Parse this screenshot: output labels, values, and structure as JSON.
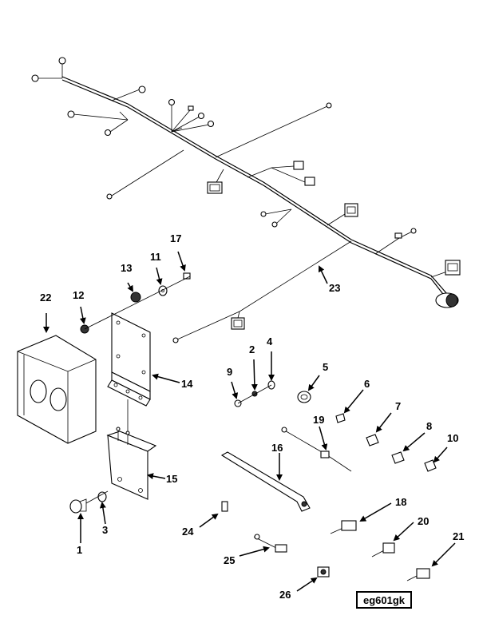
{
  "figure_code": "eg601gk",
  "callouts": [
    "1",
    "2",
    "3",
    "4",
    "5",
    "6",
    "7",
    "8",
    "9",
    "10",
    "11",
    "12",
    "13",
    "14",
    "15",
    "16",
    "17",
    "18",
    "19",
    "20",
    "21",
    "22",
    "23",
    "24",
    "25",
    "26"
  ]
}
